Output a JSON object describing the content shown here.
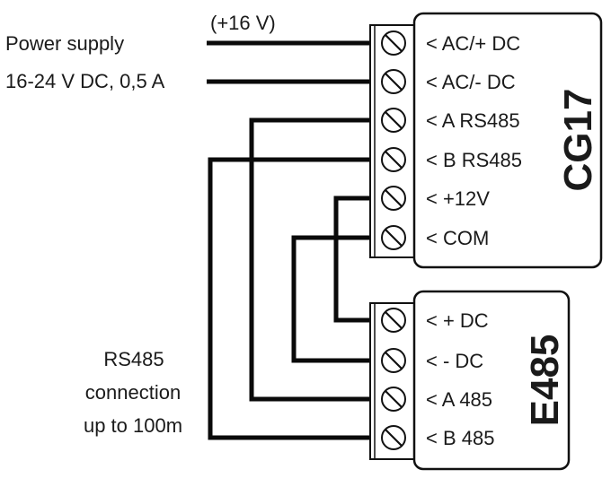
{
  "power_supply": {
    "line1": "Power supply",
    "line2": "16-24 V DC, 0,5 A",
    "voltage_note": "(+16 V)"
  },
  "rs485_note": {
    "line1": "RS485",
    "line2": "connection",
    "line3": "up to 100m"
  },
  "modules": [
    {
      "name": "CG17",
      "terminals": [
        "< AC/+ DC",
        "< AC/- DC",
        "< A RS485",
        "< B RS485",
        "< +12V",
        "< COM"
      ]
    },
    {
      "name": "E485",
      "terminals": [
        "< + DC",
        "< - DC",
        "< A 485",
        "< B 485"
      ]
    }
  ],
  "connections": [
    {
      "from": "Power supply +",
      "to": "CG17 AC/+ DC"
    },
    {
      "from": "Power supply -",
      "to": "CG17 AC/- DC"
    },
    {
      "from": "CG17 A RS485",
      "to": "E485 A 485"
    },
    {
      "from": "CG17 B RS485",
      "to": "E485 B 485"
    },
    {
      "from": "CG17 +12V",
      "to": "E485 + DC"
    },
    {
      "from": "CG17 COM",
      "to": "E485 - DC"
    }
  ]
}
